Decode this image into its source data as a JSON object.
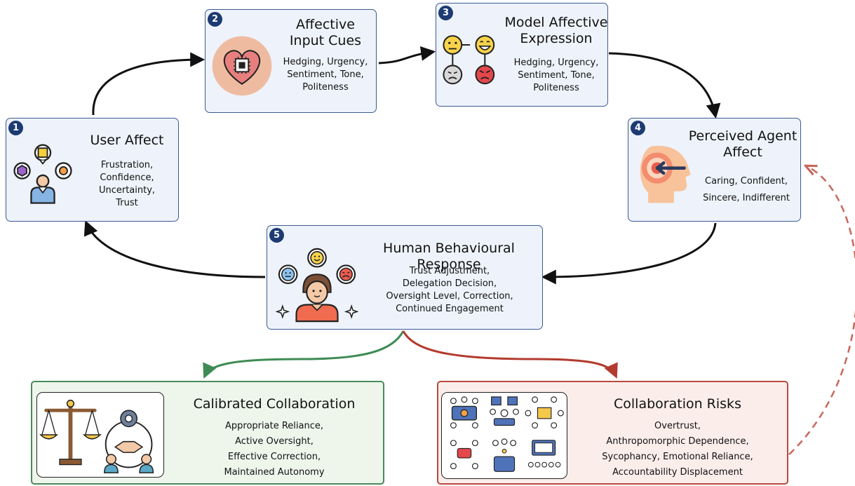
{
  "nodes": {
    "user_affect": {
      "number": "1",
      "title": "User Affect",
      "desc": [
        "Frustration,",
        "Confidence,",
        "Uncertainty,",
        "Trust"
      ]
    },
    "input_cues": {
      "number": "2",
      "title": [
        "Affective",
        "Input Cues"
      ],
      "desc": [
        "Hedging, Urgency,",
        "Sentiment, Tone,",
        "Politeness"
      ]
    },
    "model_expression": {
      "number": "3",
      "title": [
        "Model Affective",
        "Expression"
      ],
      "desc": [
        "Hedging, Urgency,",
        "Sentiment, Tone,",
        "Politeness"
      ]
    },
    "perceived_affect": {
      "number": "4",
      "title": [
        "Perceived Agent",
        "Affect"
      ],
      "desc": [
        "Caring, Confident,",
        "Sincere, Indifferent"
      ]
    },
    "behavioural_response": {
      "number": "5",
      "title": "Human Behavioural Response",
      "desc": [
        "Trust Adjustment,",
        "Delegation Decision,",
        "Oversight Level, Correction,",
        "Continued Engagement"
      ]
    }
  },
  "outcomes": {
    "calibrated": {
      "title": "Calibrated Collaboration",
      "desc": [
        "Appropriate Reliance,",
        "Active Oversight,",
        "Effective Correction,",
        "Maintained Autonomy"
      ],
      "border_color": "#4a8a5a",
      "bg_color": "#eef6ec"
    },
    "risks": {
      "title": "Collaboration Risks",
      "desc": [
        "Overtrust,",
        "Anthropomorphic Dependence,",
        "Sycophancy, Emotional Reliance,",
        "Accountability Displacement"
      ],
      "border_color": "#b8493f",
      "bg_color": "#fbeeea"
    }
  },
  "colors": {
    "node_border": "#3c5a92",
    "node_bg": "#eef3fb",
    "badge": "#1d3a72",
    "green_arrow": "#3f8b55",
    "red_arrow": "#b33a2e",
    "dashed_arrow": "#c9675b"
  },
  "icons": [
    "user-affect-icon",
    "heart-chip-icon",
    "emoji-faces-icon",
    "target-head-icon",
    "user-emotions-icon",
    "scales-handshake-icon",
    "meeting-grid-icon"
  ]
}
